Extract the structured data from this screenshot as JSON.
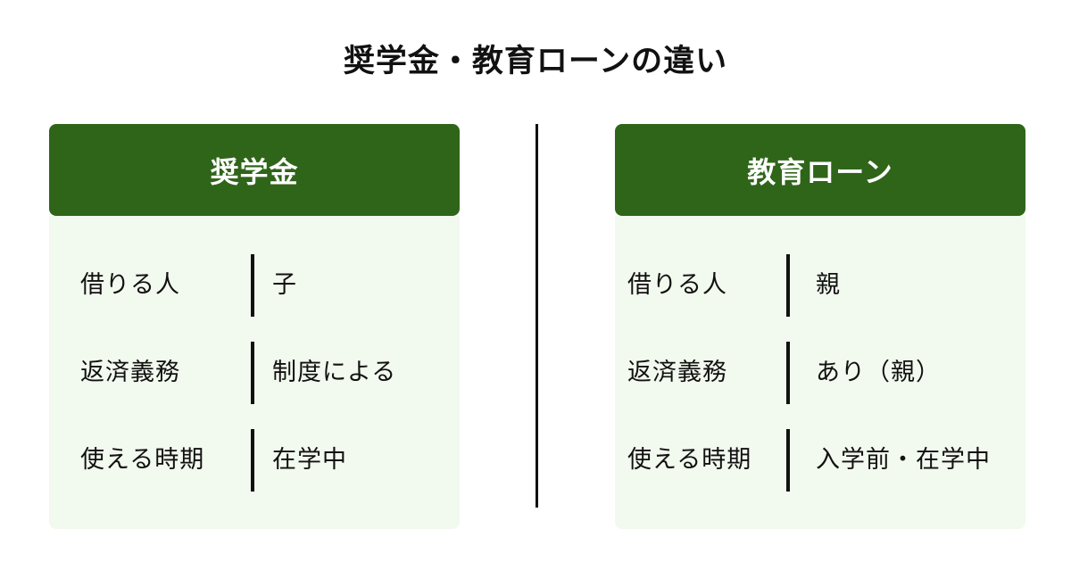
{
  "title": "奨学金・教育ローンの違い",
  "colors": {
    "header_bg": "#2f6519",
    "body_bg": "#f2f9ee",
    "text": "#111111",
    "header_text": "#ffffff"
  },
  "cards": [
    {
      "header": "奨学金",
      "rows": [
        {
          "label": "借りる人",
          "value": "子"
        },
        {
          "label": "返済義務",
          "value": "制度による"
        },
        {
          "label": "使える時期",
          "value": "在学中"
        }
      ]
    },
    {
      "header": "教育ローン",
      "rows": [
        {
          "label": "借りる人",
          "value": "親"
        },
        {
          "label": "返済義務",
          "value": "あり（親）"
        },
        {
          "label": "使える時期",
          "value": "入学前・在学中"
        }
      ]
    }
  ]
}
